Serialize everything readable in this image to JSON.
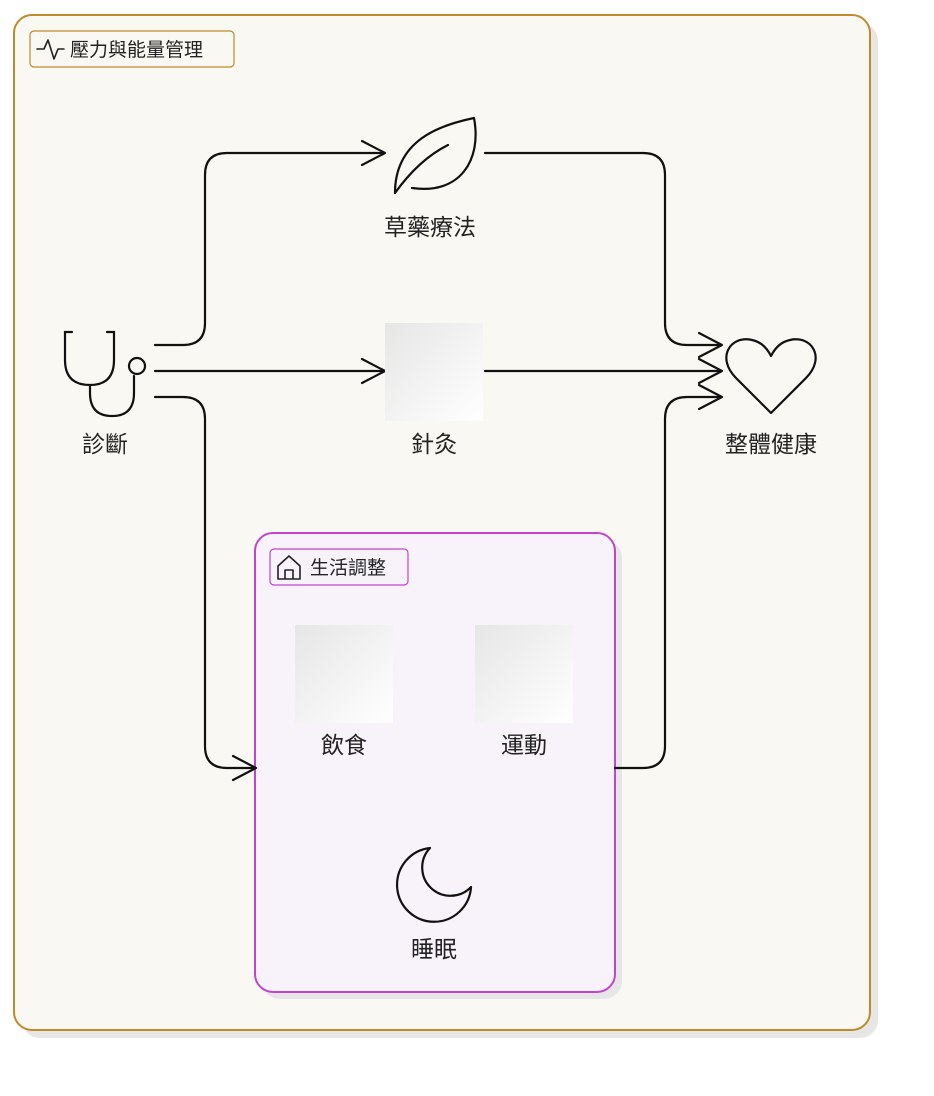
{
  "outer_group": {
    "title": "壓力與能量管理",
    "icon": "pulse-icon",
    "fill": "#faf8f2",
    "stroke": "#c08a2b"
  },
  "inner_group": {
    "title": "生活調整",
    "icon": "home-icon",
    "fill": "#f8f3fa",
    "stroke": "#c243d0"
  },
  "nodes": {
    "diagnosis": {
      "label": "診斷",
      "icon": "stethoscope-icon"
    },
    "herbal": {
      "label": "草藥療法",
      "icon": "leaf-icon"
    },
    "acupuncture": {
      "label": "針灸"
    },
    "health": {
      "label": "整體健康",
      "icon": "heart-icon"
    },
    "diet": {
      "label": "飲食"
    },
    "exercise": {
      "label": "運動"
    },
    "sleep": {
      "label": "睡眠",
      "icon": "moon-icon"
    }
  },
  "edges": [
    {
      "from": "診斷",
      "to": "草藥療法"
    },
    {
      "from": "診斷",
      "to": "針灸"
    },
    {
      "from": "診斷",
      "to": "生活調整"
    },
    {
      "from": "草藥療法",
      "to": "整體健康"
    },
    {
      "from": "針灸",
      "to": "整體健康"
    },
    {
      "from": "生活調整",
      "to": "整體健康"
    }
  ]
}
